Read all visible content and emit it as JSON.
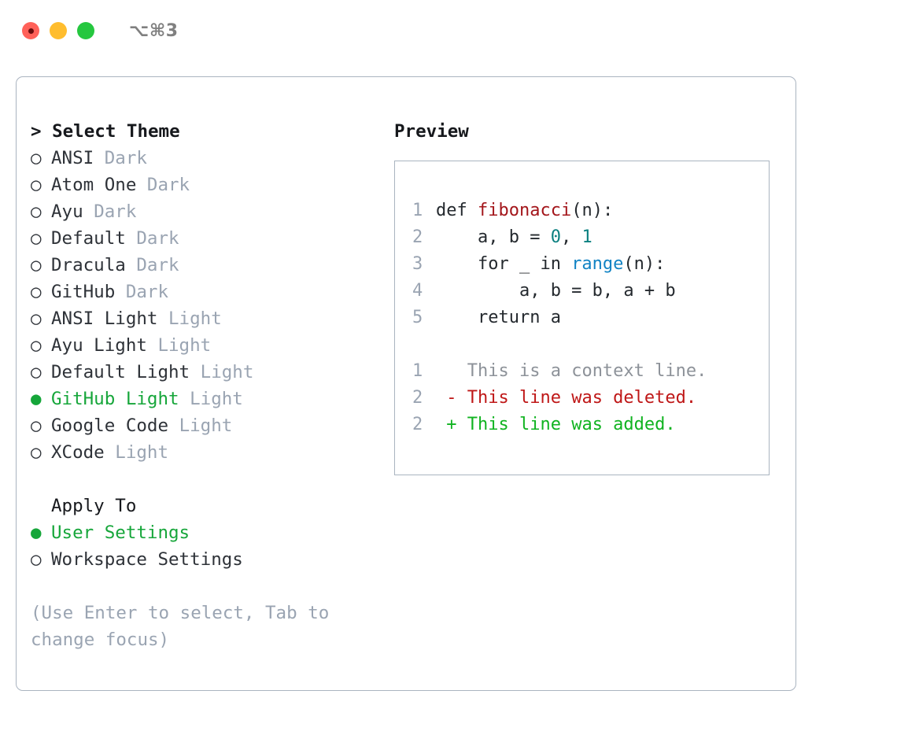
{
  "titlebar": {
    "shortcut": "⌥⌘3",
    "lights": [
      {
        "name": "close",
        "color": "#ff6159"
      },
      {
        "name": "minimize",
        "color": "#ffbd2e"
      },
      {
        "name": "maximize",
        "color": "#25c73f"
      }
    ]
  },
  "theme_picker": {
    "header": "Select Theme",
    "caret": ">",
    "bullet_unselected": "○",
    "bullet_selected": "●",
    "items": [
      {
        "label": "ANSI",
        "tag": "Dark",
        "selected": false
      },
      {
        "label": "Atom One",
        "tag": "Dark",
        "selected": false
      },
      {
        "label": "Ayu",
        "tag": "Dark",
        "selected": false
      },
      {
        "label": "Default",
        "tag": "Dark",
        "selected": false
      },
      {
        "label": "Dracula",
        "tag": "Dark",
        "selected": false
      },
      {
        "label": "GitHub",
        "tag": "Dark",
        "selected": false
      },
      {
        "label": "ANSI Light",
        "tag": "Light",
        "selected": false
      },
      {
        "label": "Ayu Light",
        "tag": "Light",
        "selected": false
      },
      {
        "label": "Default Light",
        "tag": "Light",
        "selected": false
      },
      {
        "label": "GitHub Light",
        "tag": "Light",
        "selected": true
      },
      {
        "label": "Google Code",
        "tag": "Light",
        "selected": false
      },
      {
        "label": "XCode",
        "tag": "Light",
        "selected": false
      }
    ]
  },
  "apply_to": {
    "header": "Apply To",
    "items": [
      {
        "label": "User Settings",
        "selected": true
      },
      {
        "label": "Workspace Settings",
        "selected": false
      }
    ]
  },
  "hint": "(Use Enter to select, Tab to change focus)",
  "preview": {
    "header": "Preview",
    "code_lines": [
      {
        "num": "1",
        "segments": [
          {
            "text": "def ",
            "kind": "plain"
          },
          {
            "text": "fibonacci",
            "kind": "fn"
          },
          {
            "text": "(n):",
            "kind": "plain"
          }
        ]
      },
      {
        "num": "2",
        "segments": [
          {
            "text": "    a, b = ",
            "kind": "plain"
          },
          {
            "text": "0",
            "kind": "num"
          },
          {
            "text": ", ",
            "kind": "plain"
          },
          {
            "text": "1",
            "kind": "num"
          }
        ]
      },
      {
        "num": "3",
        "segments": [
          {
            "text": "    for _ in ",
            "kind": "plain"
          },
          {
            "text": "range",
            "kind": "call"
          },
          {
            "text": "(n):",
            "kind": "plain"
          }
        ]
      },
      {
        "num": "4",
        "segments": [
          {
            "text": "        a, b = b, a + b",
            "kind": "plain"
          }
        ]
      },
      {
        "num": "5",
        "segments": [
          {
            "text": "    return a",
            "kind": "plain"
          }
        ]
      }
    ],
    "diff_lines": [
      {
        "num": "1",
        "marker": " ",
        "text": "This is a context line.",
        "kind": "ctx"
      },
      {
        "num": "2",
        "marker": "-",
        "text": "This line was deleted.",
        "kind": "del"
      },
      {
        "num": "2",
        "marker": "+",
        "text": "This line was added.",
        "kind": "add"
      }
    ]
  },
  "colors": {
    "accent_green": "#16a63a",
    "muted_gray": "#9aa4b2",
    "text": "#2e3238",
    "border": "#aab4c0",
    "syntax_function": "#a3161b",
    "syntax_number": "#0b8080",
    "syntax_call": "#1183c4",
    "diff_added": "#10b320",
    "diff_deleted": "#bf1717",
    "diff_context": "#8d9299"
  }
}
